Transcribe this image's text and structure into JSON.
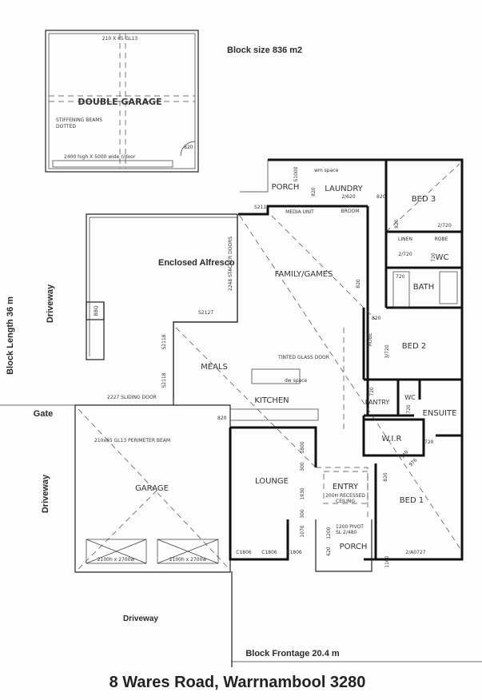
{
  "annotations": {
    "block_size": "Block size  836 m2",
    "block_length": "Block Length 36 m",
    "block_frontage": "Block  Frontage 20.4 m",
    "driveway_left_top": "Driveway",
    "driveway_left_bottom": "Driveway",
    "driveway_bottom": "Driveway",
    "gate": "Gate",
    "address": "8 Wares Road, Warrnambool  3280"
  },
  "detached_garage": {
    "title": "DOUBLE GARAGE",
    "beam": "210 X 65 GL13",
    "note_line1": "STIFFENING BEAMS",
    "note_line2": "DOTTED",
    "door": "2400 high X 5000 wide r/door",
    "side_door": "820"
  },
  "rooms": {
    "alfresco": "Enclosed Alfresco",
    "bbq": "BBQ",
    "porch_side": "PORCH",
    "laundry": "LAUNDRY",
    "wm_space": "wm space",
    "broom": "BROOM",
    "media_unit": "MEDIA UNIT",
    "bed3": "BED  3",
    "linen": "LINEN",
    "robe_bed3": "ROBE",
    "wc_main": "WC",
    "bath": "BATH",
    "family": "FAMILY/GAMES",
    "bed2": "BED  2",
    "robe_bed2": "ROBE",
    "meals": "MEALS",
    "kitchen": "KITCHEN",
    "tinted_glass_door": "TINTED GLASS DOOR",
    "pantry": "PANTRY",
    "wc_ensuite": "WC",
    "ensuite": "ENSUITE",
    "wir": "W.I.R",
    "garage": "GARAGE",
    "lounge": "LOUNGE",
    "entry": "ENTRY",
    "entry_ceiling_1": "200H RECESSED",
    "entry_ceiling_2": "CEILING",
    "bed1": "BED  1",
    "porch_front": "PORCH",
    "dw_space": "dw space",
    "pivot_1": "1200 PIVOT",
    "pivot_2": "SL 2/480"
  },
  "dimensions": {
    "s1000": "S1000",
    "d820_porch": "820",
    "d2_620": "2/620",
    "d820_laundry": "820",
    "d820_bed3": "820",
    "d2_720_bed3": "2/720",
    "d2_720_linen": "2/720",
    "d720_wc": "720",
    "d720_bath": "720",
    "d820_hall": "820",
    "d820_bed2": "820",
    "d3_720": "3/720",
    "d720_pantry": "720",
    "d720_ens_wc": "720",
    "d720_ensuite": "720",
    "d720_wir": "720",
    "d976": "976",
    "d820_bed1": "820",
    "d820_garage": "820",
    "s2112": "S2112",
    "stacker": "2248 STACKER DOORS",
    "s2127": "S2127",
    "s2118_a": "S2118",
    "s2118_b": "S2118",
    "sliding": "2227 SLIDING DOOR",
    "perimeter_beam": "210x65 GL13 PERIMETER BEAM",
    "garage_door_1": "2100h x 2700w",
    "garage_door_2": "2100h x 2700w",
    "l1800": "1800",
    "l300a": "300",
    "l1930": "1930",
    "l300b": "300",
    "l1070": "1070",
    "p1200": "1200",
    "p620": "620",
    "p1100": "1100",
    "c1806_1": "C1806",
    "c1806_2": "C1806",
    "c1806_3": "C1806",
    "a0727": "2/A0727"
  }
}
